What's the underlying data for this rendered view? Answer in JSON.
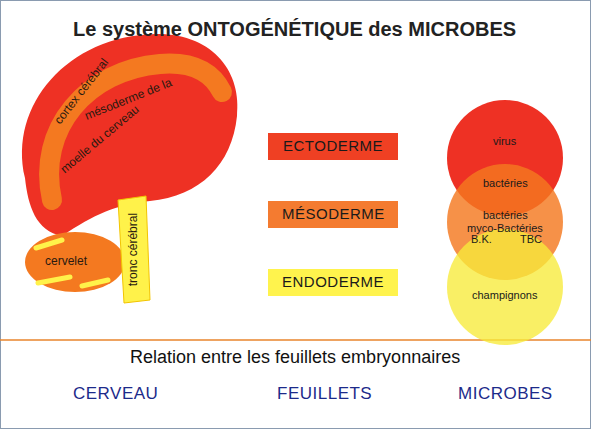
{
  "diagram": {
    "title": "Le système ONTOGÉNÉTIQUE des MICROBES",
    "caption": "Relation entre les feuillets embryonnaires",
    "nodes": [
      {
        "text": [
          "ECTODERME"
        ]
      },
      {
        "text": [
          "MÉSODERME"
        ]
      },
      {
        "text": [
          "ENDODERME"
        ]
      },
      {
        "text": [
          "virus"
        ]
      },
      {
        "text": [
          "bactéries",
          "bactéries",
          "myco-Bactéries",
          "B.K.",
          "TBC"
        ]
      },
      {
        "text": [
          "champignons"
        ]
      }
    ],
    "labels": [
      "cortex cérébral",
      "mésoderme de la",
      "moelle du cerveau",
      "cervelet",
      "tronc cérébral",
      "CERVEAU",
      "FEUILLETS",
      "MICROBES"
    ]
  }
}
